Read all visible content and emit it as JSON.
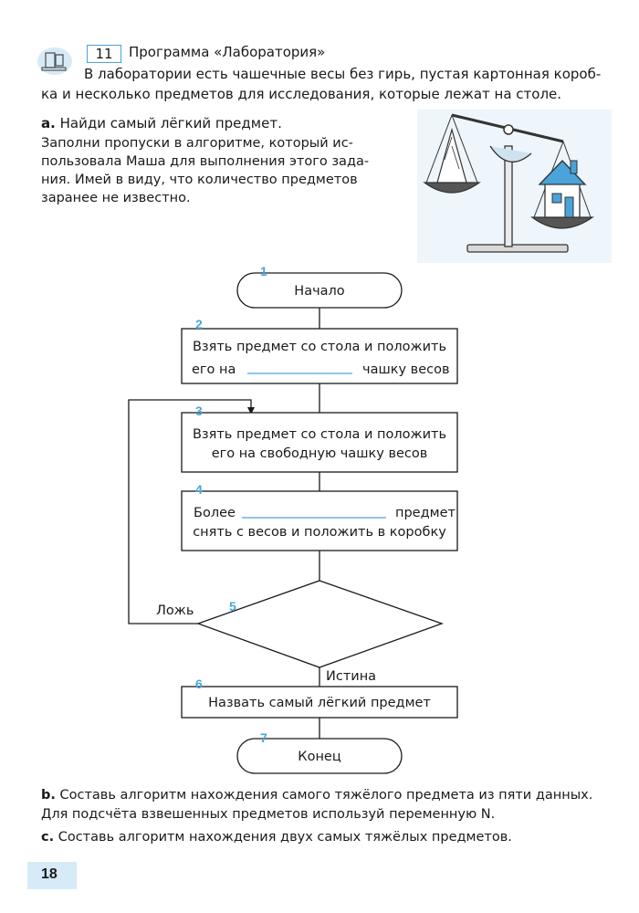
{
  "header": {
    "task_number": "11",
    "title": "Программа «Лаборатория»",
    "intro_lines": [
      "В лаборатории есть чашечные весы без гирь, пустая картонная короб-",
      "ка и несколько предметов для исследования, которые лежат на столе."
    ]
  },
  "part_a": {
    "label": "a.",
    "prompt": "Найди самый лёгкий предмет.",
    "lines": [
      "Заполни пропуски в алгоритме, который ис-",
      "пользовала Маша для выполнения этого зада-",
      "ния. Имей в виду, что количество предметов",
      "заранее не известно."
    ]
  },
  "flowchart": {
    "steps": [
      {
        "num": "1",
        "lines": [
          "Начало"
        ]
      },
      {
        "num": "2",
        "lines": [
          "Взять предмет со стола и положить",
          "его на",
          "чашку весов"
        ]
      },
      {
        "num": "3",
        "lines": [
          "Взять предмет со стола и положить",
          "его на свободную чашку весов"
        ]
      },
      {
        "num": "4",
        "lines": [
          "Более",
          "предмет",
          "снять с весов и положить в коробку"
        ]
      },
      {
        "num": "5",
        "lines": []
      },
      {
        "num": "6",
        "lines": [
          "Назвать самый лёгкий предмет"
        ]
      },
      {
        "num": "7",
        "lines": [
          "Конец"
        ]
      }
    ],
    "false_label": "Ложь",
    "true_label": "Истина"
  },
  "part_b": {
    "label": "b.",
    "lines": [
      "Составь алгоритм нахождения самого тяжёлого предмета из пяти данных.",
      "Для подсчёта взвешенных предметов используй переменную N."
    ]
  },
  "part_c": {
    "label": "c.",
    "text": "Составь алгоритм нахождения двух самых тяжёлых предметов."
  },
  "page_number": "18",
  "colors": {
    "accent": "#4aa3d9",
    "text": "#1a1a1a",
    "page_box": "#d6ebf7"
  }
}
